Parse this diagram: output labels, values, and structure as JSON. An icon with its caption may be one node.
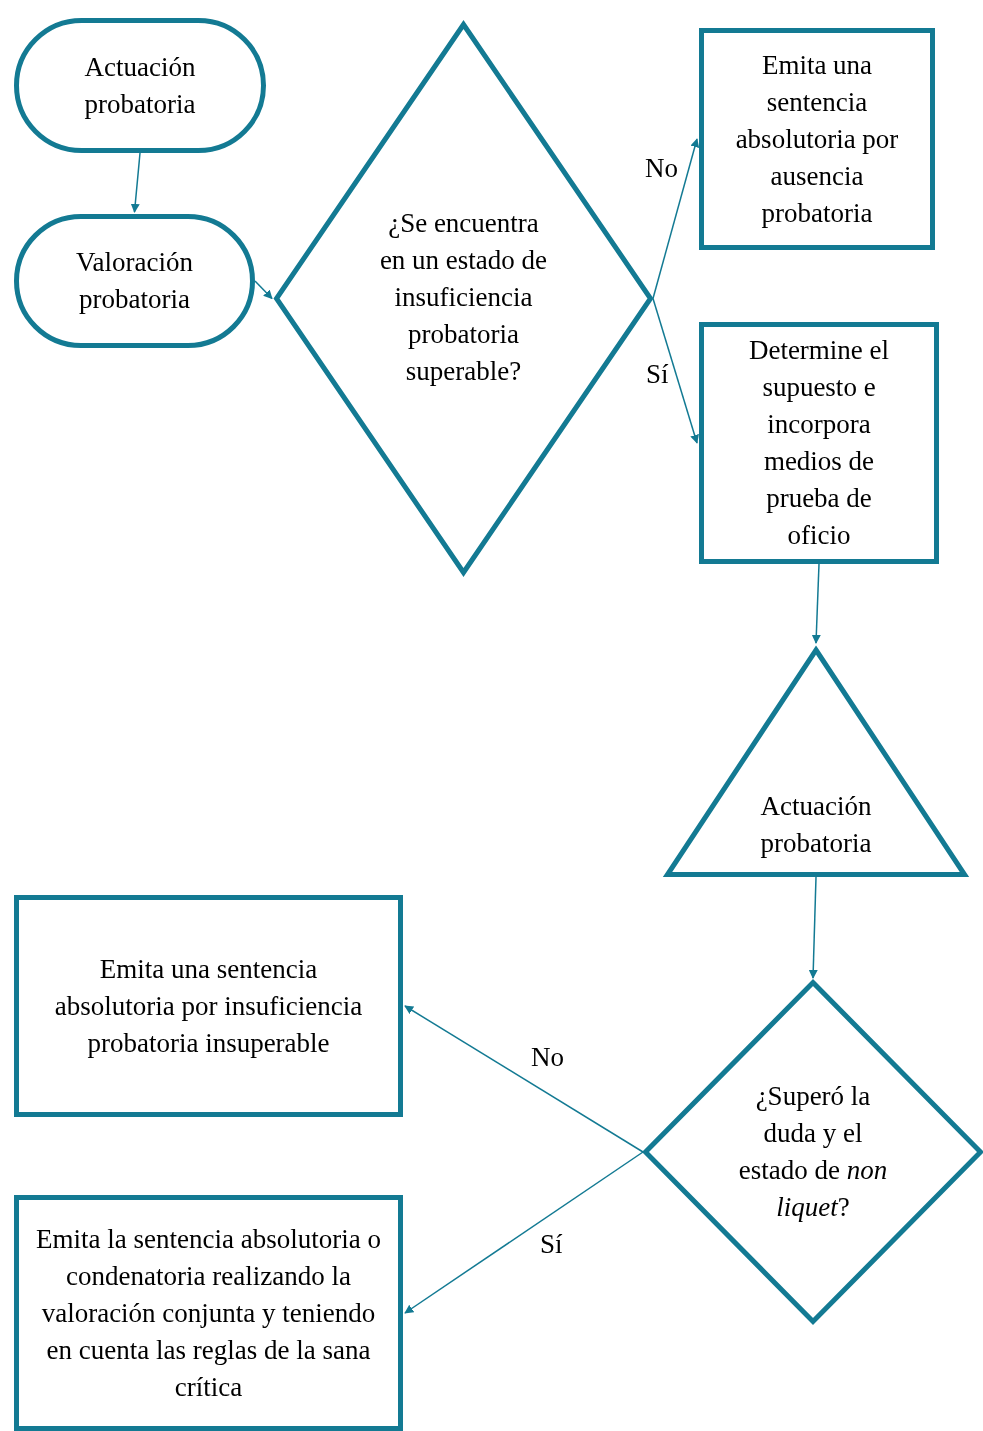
{
  "diagram": {
    "nodes": [
      {
        "text": [
          "Actuación probatoria"
        ]
      },
      {
        "text": [
          "Valoración probatoria"
        ]
      },
      {
        "text": [
          "¿Se encuentra en un estado de insuficiencia probatoria superable?"
        ]
      },
      {
        "text": [
          "Emita una sentencia absolutoria por ausencia probatoria"
        ]
      },
      {
        "text": [
          "Determine el supuesto e incorpora medios de prueba de oficio"
        ]
      },
      {
        "text": [
          "Actuación probatoria"
        ]
      },
      {
        "text": [
          "¿Superó la duda y el estado de *non liquet*?"
        ]
      },
      {
        "text": [
          "Emita una sentencia absolutoria por insuficiencia probatoria insuperable"
        ]
      },
      {
        "text": [
          "Emita la sentencia absolutoria o condenatoria realizando la valoración conjunta y teniendo en cuenta las reglas de la sana crítica"
        ]
      }
    ],
    "edges": [
      {
        "from": 0,
        "to": 1,
        "arrow": "to"
      },
      {
        "from": 1,
        "to": 2,
        "arrow": "to"
      },
      {
        "from": 2,
        "to": 3,
        "arrow": "to",
        "label": "No"
      },
      {
        "from": 2,
        "to": 4,
        "arrow": "to",
        "label": "Sí"
      },
      {
        "from": 4,
        "to": 5,
        "arrow": "to"
      },
      {
        "from": 5,
        "to": 6,
        "arrow": "to"
      },
      {
        "from": 6,
        "to": 7,
        "arrow": "to",
        "label": "No"
      },
      {
        "from": 6,
        "to": 8,
        "arrow": "to",
        "label": "Sí"
      }
    ]
  }
}
